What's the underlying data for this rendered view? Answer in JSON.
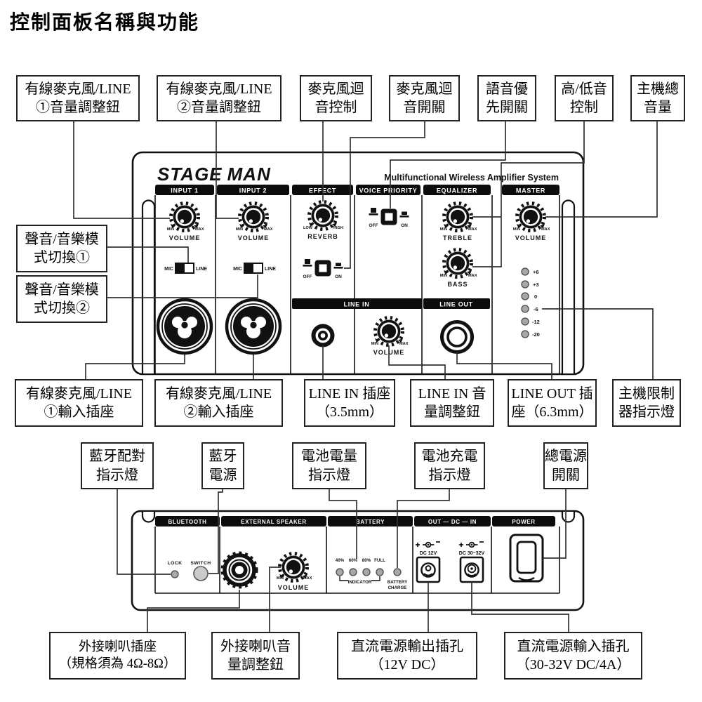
{
  "title": "控制面板名稱與功能",
  "device": {
    "brand_stage": "STAGE",
    "brand_man": "MAN",
    "subtitle": "Multifunctional Wireless Amplifier System",
    "sections": [
      "INPUT 1",
      "INPUT 2",
      "EFFECT",
      "VOICE PRIORITY",
      "EQUALIZER",
      "MASTER"
    ],
    "min": "MIN",
    "max": "MAX",
    "low": "LOW",
    "high": "HIGH",
    "mic": "MIC",
    "line": "LINE",
    "off": "OFF",
    "on": "ON",
    "volume": "VOLUME",
    "reverb": "REVERB",
    "treble": "TREBLE",
    "bass": "BASS",
    "line_in": "LINE IN",
    "line_out": "LINE OUT",
    "led_scale": [
      "+6",
      "+3",
      "0",
      "-6",
      "-12",
      "-20"
    ]
  },
  "rear": {
    "sections": [
      "BLUETOOTH",
      "EXTERNAL SPEAKER",
      "BATTERY",
      "OUT — DC — IN",
      "POWER"
    ],
    "lock": "LOCK",
    "switch": "SWITCH",
    "min": "MIN",
    "max": "MAX",
    "volume": "VOLUME",
    "battery_levels": [
      "40%",
      "60%",
      "80%",
      "FULL"
    ],
    "indicator": "INDICATOR",
    "battery": "BATTERY",
    "charge": "CHARGE",
    "dc_out": "DC 12V",
    "dc_in": "DC 30~32V"
  },
  "callouts": {
    "top": [
      {
        "l1": "有線麥克風/LINE",
        "l2": "①音量調整鈕"
      },
      {
        "l1": "有線麥克風/LINE",
        "l2": "②音量調整鈕"
      },
      {
        "l1": "麥克風迴",
        "l2": "音控制"
      },
      {
        "l1": "麥克風迴",
        "l2": "音開關"
      },
      {
        "l1": "語音優",
        "l2": "先開關"
      },
      {
        "l1": "高/低音",
        "l2": "控制"
      },
      {
        "l1": "主機總",
        "l2": "音量"
      }
    ],
    "left": [
      {
        "l1": "聲音/音樂模",
        "l2": "式切換①"
      },
      {
        "l1": "聲音/音樂模",
        "l2": "式切換②"
      }
    ],
    "middle": [
      {
        "l1": "有線麥克風/LINE",
        "l2": "①輸入插座"
      },
      {
        "l1": "有線麥克風/LINE",
        "l2": "②輸入插座"
      },
      {
        "l1": "LINE IN 插座",
        "l2": "（3.5mm）"
      },
      {
        "l1": "LINE IN 音",
        "l2": "量調整鈕"
      },
      {
        "l1": "LINE OUT 插",
        "l2": "座（6.3mm）"
      },
      {
        "l1": "主機限制",
        "l2": "器指示燈"
      }
    ],
    "lower": [
      {
        "l1": "藍牙配對",
        "l2": "指示燈"
      },
      {
        "l1": "藍牙",
        "l2": "電源"
      },
      {
        "l1": "電池電量",
        "l2": "指示燈"
      },
      {
        "l1": "電池充電",
        "l2": "指示燈"
      },
      {
        "l1": "總電源",
        "l2": "開關"
      }
    ],
    "bottom": [
      {
        "l1": "外接喇叭插座",
        "l2": "（規格須為 4Ω-8Ω）"
      },
      {
        "l1": "外接喇叭音",
        "l2": "量調整鈕"
      },
      {
        "l1": "直流電源輸出插孔",
        "l2": "（12V DC）"
      },
      {
        "l1": "直流電源輸入插孔",
        "l2": "（30-32V DC/4A）"
      }
    ]
  }
}
